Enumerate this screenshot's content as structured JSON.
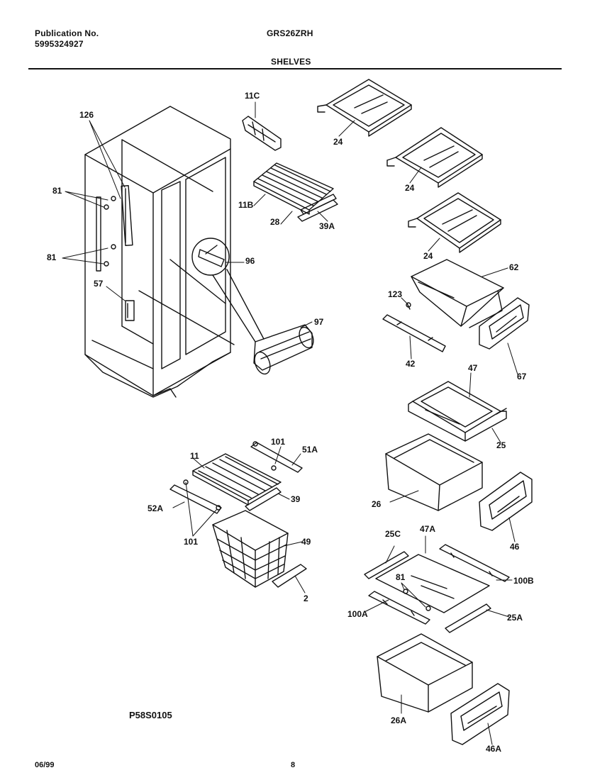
{
  "header": {
    "publication_label": "Publication No.",
    "publication_number": "5995324927",
    "model": "GRS26ZRH",
    "section": "SHELVES"
  },
  "diagram": {
    "code": "P58S0105",
    "parts": {
      "p126": "126",
      "p81a": "81",
      "p81b": "81",
      "p57": "57",
      "p11c": "11C",
      "p11b": "11B",
      "p28": "28",
      "p39a": "39A",
      "p96": "96",
      "p97": "97",
      "p24a": "24",
      "p24b": "24",
      "p24c": "24",
      "p62": "62",
      "p123": "123",
      "p42": "42",
      "p67": "67",
      "p47": "47",
      "p25": "25",
      "p26": "26",
      "p46": "46",
      "p101a": "101",
      "p51a": "51A",
      "p11": "11",
      "p39": "39",
      "p52a": "52A",
      "p101b": "101",
      "p49": "49",
      "p2": "2",
      "p25c": "25C",
      "p47a": "47A",
      "p81c": "81",
      "p100b": "100B",
      "p100a": "100A",
      "p25a": "25A",
      "p26a": "26A",
      "p46a": "46A"
    }
  },
  "footer": {
    "date": "06/99",
    "page": "8"
  }
}
